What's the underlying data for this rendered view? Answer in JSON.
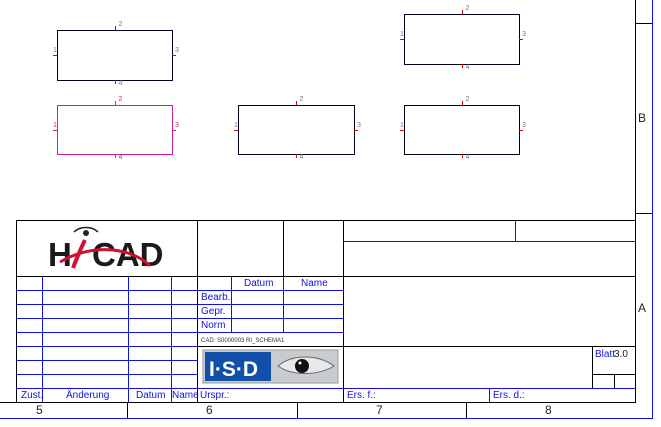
{
  "symbols": [
    {
      "id": "box1",
      "pins": [
        "1",
        "2",
        "3",
        "4"
      ],
      "color": "#000022",
      "selected": false
    },
    {
      "id": "box2",
      "pins": [
        "1",
        "2",
        "3",
        "4"
      ],
      "color": "#000022",
      "selected": false
    },
    {
      "id": "box3",
      "pins": [
        "1",
        "2",
        "3",
        "4"
      ],
      "color": "#d0208f",
      "selected": true
    },
    {
      "id": "box4",
      "pins": [
        "1",
        "2",
        "3",
        "4"
      ],
      "color": "#000022",
      "selected": false
    },
    {
      "id": "box5",
      "pins": [
        "1",
        "2",
        "3",
        "4"
      ],
      "color": "#000022",
      "selected": false
    }
  ],
  "zones": {
    "right": [
      "B",
      "A"
    ],
    "bottom": [
      "5",
      "6",
      "7",
      "8"
    ]
  },
  "title_block": {
    "logo_text": "HiCAD",
    "isd_logo_text": "I·S·D",
    "datum": "Datum",
    "name": "Name",
    "bearb": "Bearb.",
    "gepr": "Gepr.",
    "norm": "Norm",
    "cad": "CAD:  S0000003 RI_SCHEMA1",
    "zust": "Zust.",
    "aenderung": "Änderung",
    "datum2": "Datum",
    "name2": "Name",
    "urspr": "Urspr.:",
    "ers_f": "Ers. f.:",
    "ers_d": "Ers. d.:",
    "blatt_label": "Blatt",
    "blatt_value": "3.0"
  },
  "colors": {
    "line": "#000000",
    "blue": "#1010e0",
    "pin": "#e00000",
    "selected": "#d0208f"
  }
}
